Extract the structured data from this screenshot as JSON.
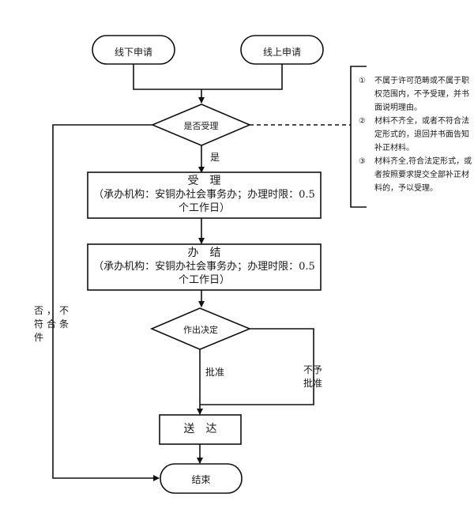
{
  "flowchart": {
    "start_offline": "线下申请",
    "start_online": "线上申请",
    "decision_accept": "是否受理",
    "yes_label": "是",
    "no_label_lines": [
      "否，不",
      "符合条",
      "件"
    ],
    "accept_box": {
      "title": "受　理",
      "line1": "（承办机构：安铜办社会事务办；办理时限：0.5",
      "line2": "个工作日）"
    },
    "complete_box": {
      "title": "办　结",
      "line1": "（承办机构：安铜办社会事务办；办理时限：0.5",
      "line2": "个工作日）"
    },
    "decision_make": "作出决定",
    "approve_label": "批准",
    "reject_label_lines": [
      "不予",
      "批准"
    ],
    "deliver_box": "送　达",
    "end_node": "结束"
  },
  "note": {
    "items": [
      {
        "num": "①",
        "text": "不属于许可范畴或不属于职权范围内，不予受理，并书面说明理由。"
      },
      {
        "num": "②",
        "text": "材料不齐全，或者不符合法定形式的，退回并书面告知补正材料。"
      },
      {
        "num": "③",
        "text": "材料齐全,符合法定形式，或者按照要求提交全部补正材料的，予以受理。"
      }
    ]
  }
}
